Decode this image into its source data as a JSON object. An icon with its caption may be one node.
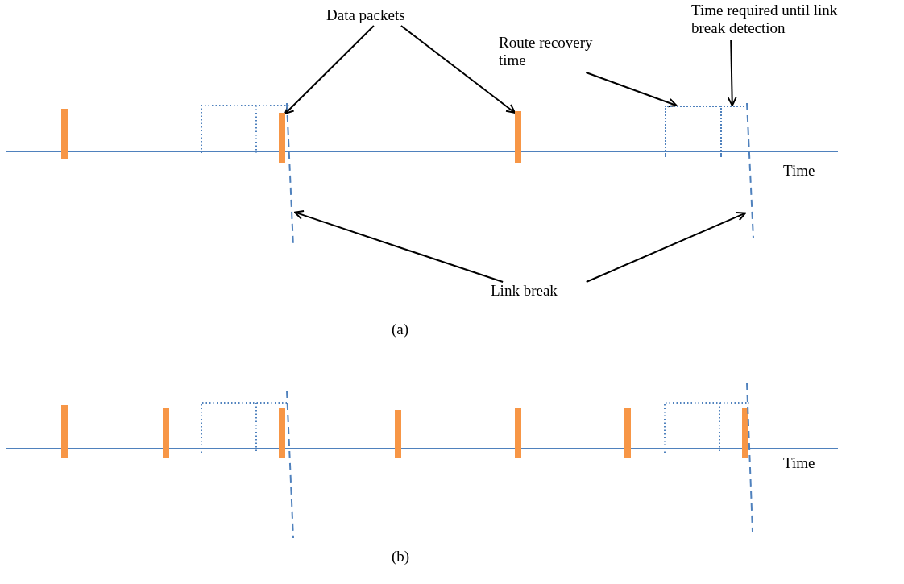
{
  "diagram": {
    "nodes": [
      {
        "text": [
          "Data packets"
        ]
      },
      {
        "text": [],
        "shape": "bar"
      },
      {
        "text": [],
        "shape": "bar"
      },
      {
        "text": [
          "Route recovery time"
        ]
      },
      {
        "text": [],
        "shape": "box"
      },
      {
        "text": [
          "Time required until link break detection"
        ]
      },
      {
        "text": [],
        "shape": "box"
      },
      {
        "text": [],
        "shape": "line"
      },
      {
        "text": [],
        "shape": "line"
      },
      {
        "text": [
          "Link break"
        ]
      }
    ],
    "edges": [
      {
        "from": 0,
        "to": 1,
        "arrow": "to"
      },
      {
        "from": 0,
        "to": 2,
        "arrow": "to"
      },
      {
        "from": 3,
        "to": 4,
        "arrow": "to"
      },
      {
        "from": 5,
        "to": 6,
        "arrow": "to"
      },
      {
        "from": 9,
        "to": 7,
        "arrow": "to"
      },
      {
        "from": 9,
        "to": 8,
        "arrow": "to"
      }
    ],
    "labels": [
      "Time",
      "(a)",
      "Time",
      "(b)"
    ]
  }
}
